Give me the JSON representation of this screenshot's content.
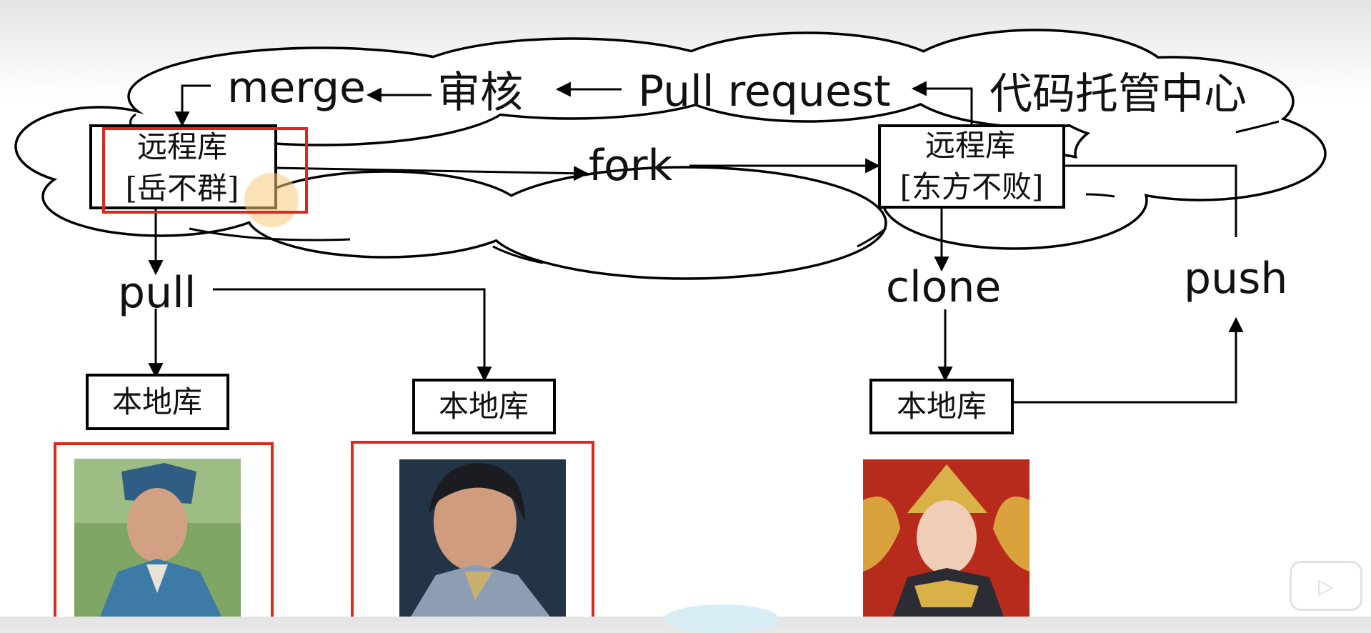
{
  "center": {
    "name": "代码托管中心"
  },
  "flow": {
    "merge": "merge",
    "review": "审核",
    "pull_request": "Pull request",
    "fork": "fork",
    "pull": "pull",
    "clone": "clone",
    "push": "push"
  },
  "remote_left": {
    "title": "远程库",
    "owner": "[岳不群]",
    "owner_color": "#1f6fb5"
  },
  "remote_right": {
    "title": "远程库",
    "owner": "[东方不败]",
    "owner_color": "#e0261b"
  },
  "local_repos": [
    "本地库",
    "本地库",
    "本地库"
  ],
  "highlight_color": "#e0261b",
  "icons": {
    "player_badge": "video-player-icon"
  }
}
